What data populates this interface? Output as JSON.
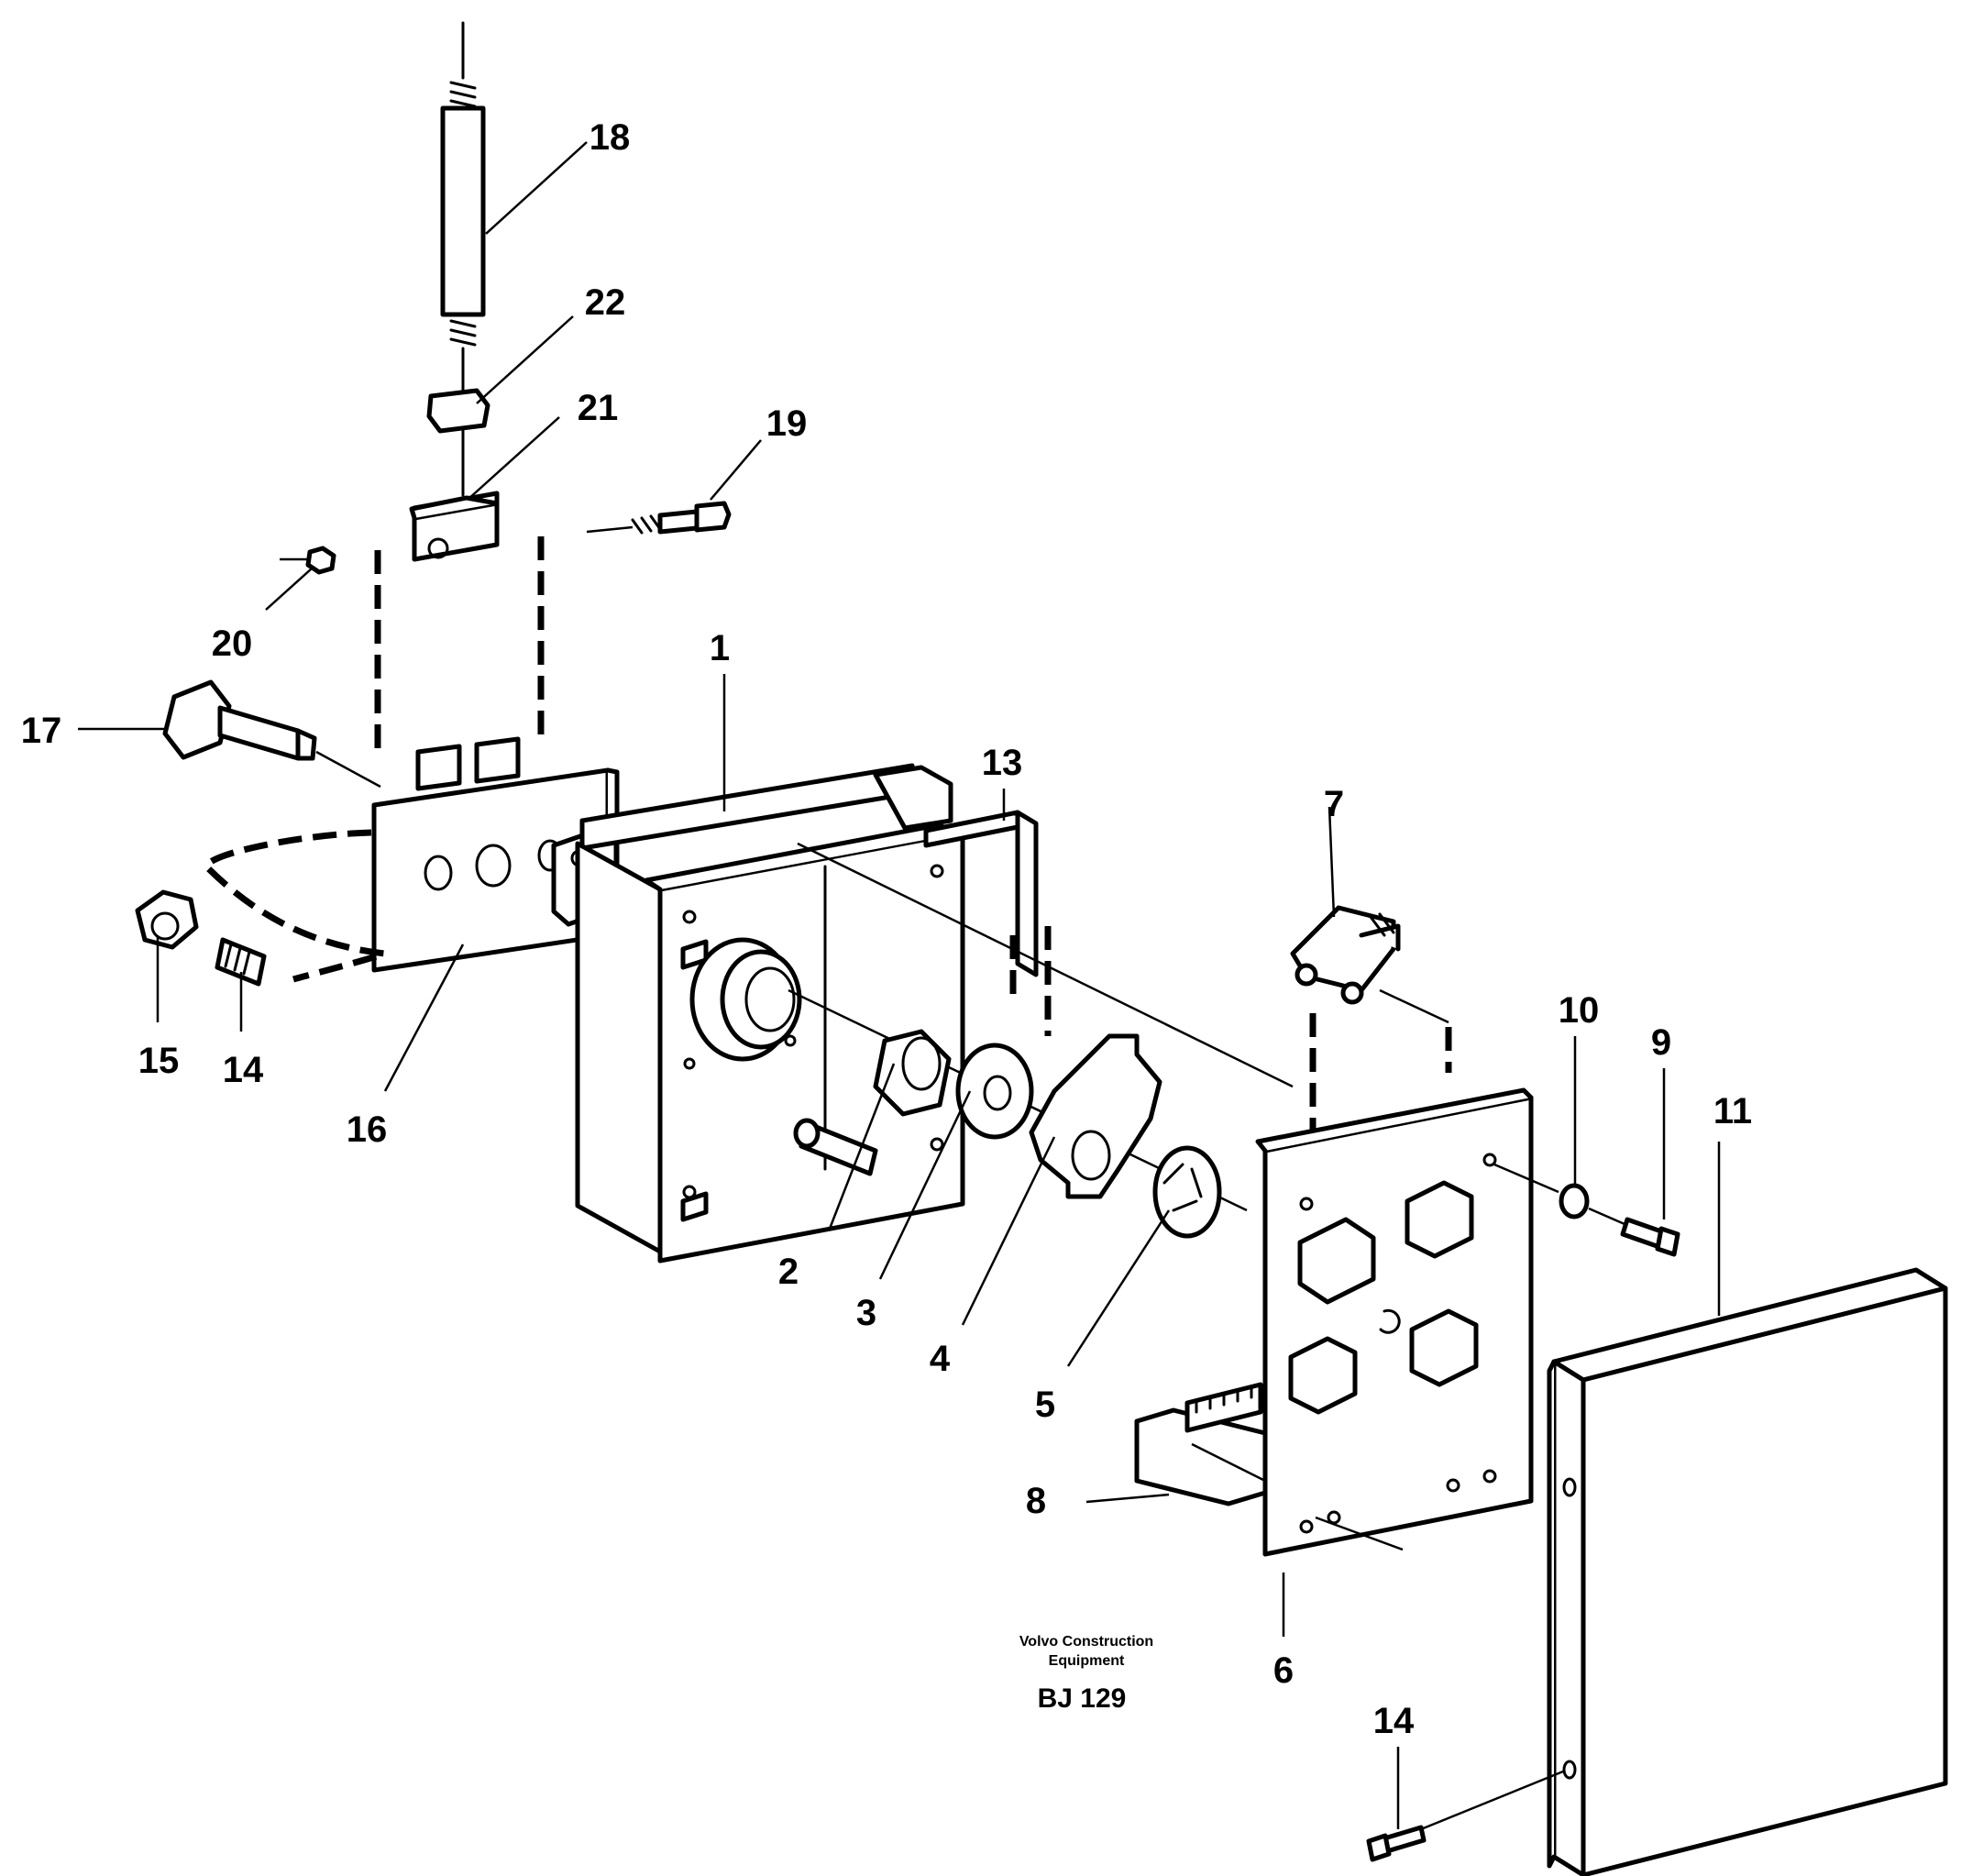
{
  "callouts": [
    "1",
    "2",
    "3",
    "4",
    "5",
    "6",
    "7",
    "8",
    "9",
    "10",
    "11",
    "13",
    "14",
    "15",
    "16",
    "17",
    "18",
    "19",
    "20",
    "21",
    "22",
    "14"
  ],
  "credit": {
    "line1": "Volvo Construction",
    "line2": "Equipment",
    "code": "BJ 129"
  }
}
